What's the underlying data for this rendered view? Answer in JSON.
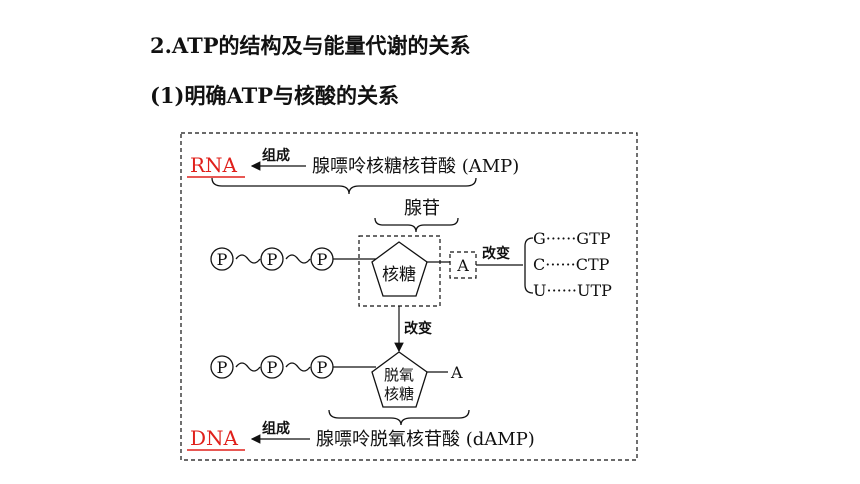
{
  "headings": {
    "section": "2.ATP的结构及与能量代谢的关系",
    "subsection": "(1)明确ATP与核酸的关系"
  },
  "diagram": {
    "rna": "RNA",
    "dna": "DNA",
    "compose_top": "组成",
    "compose_bottom": "组成",
    "amp": "腺嘌呤核糖核苷酸 (AMP)",
    "damp": "腺嘌呤脱氧核苷酸 (dAMP)",
    "adenosine": "腺苷",
    "phosphate": "P",
    "ribose": "核糖",
    "deoxyribose_line1": "脱氧",
    "deoxyribose_line2": "核糖",
    "adenine": "A",
    "change_right": "改变",
    "change_down": "改变",
    "gtp": "G······GTP",
    "ctp": "C······CTP",
    "utp": "U······UTP",
    "colors": {
      "accent": "#e0201b",
      "ink": "#111111"
    }
  }
}
